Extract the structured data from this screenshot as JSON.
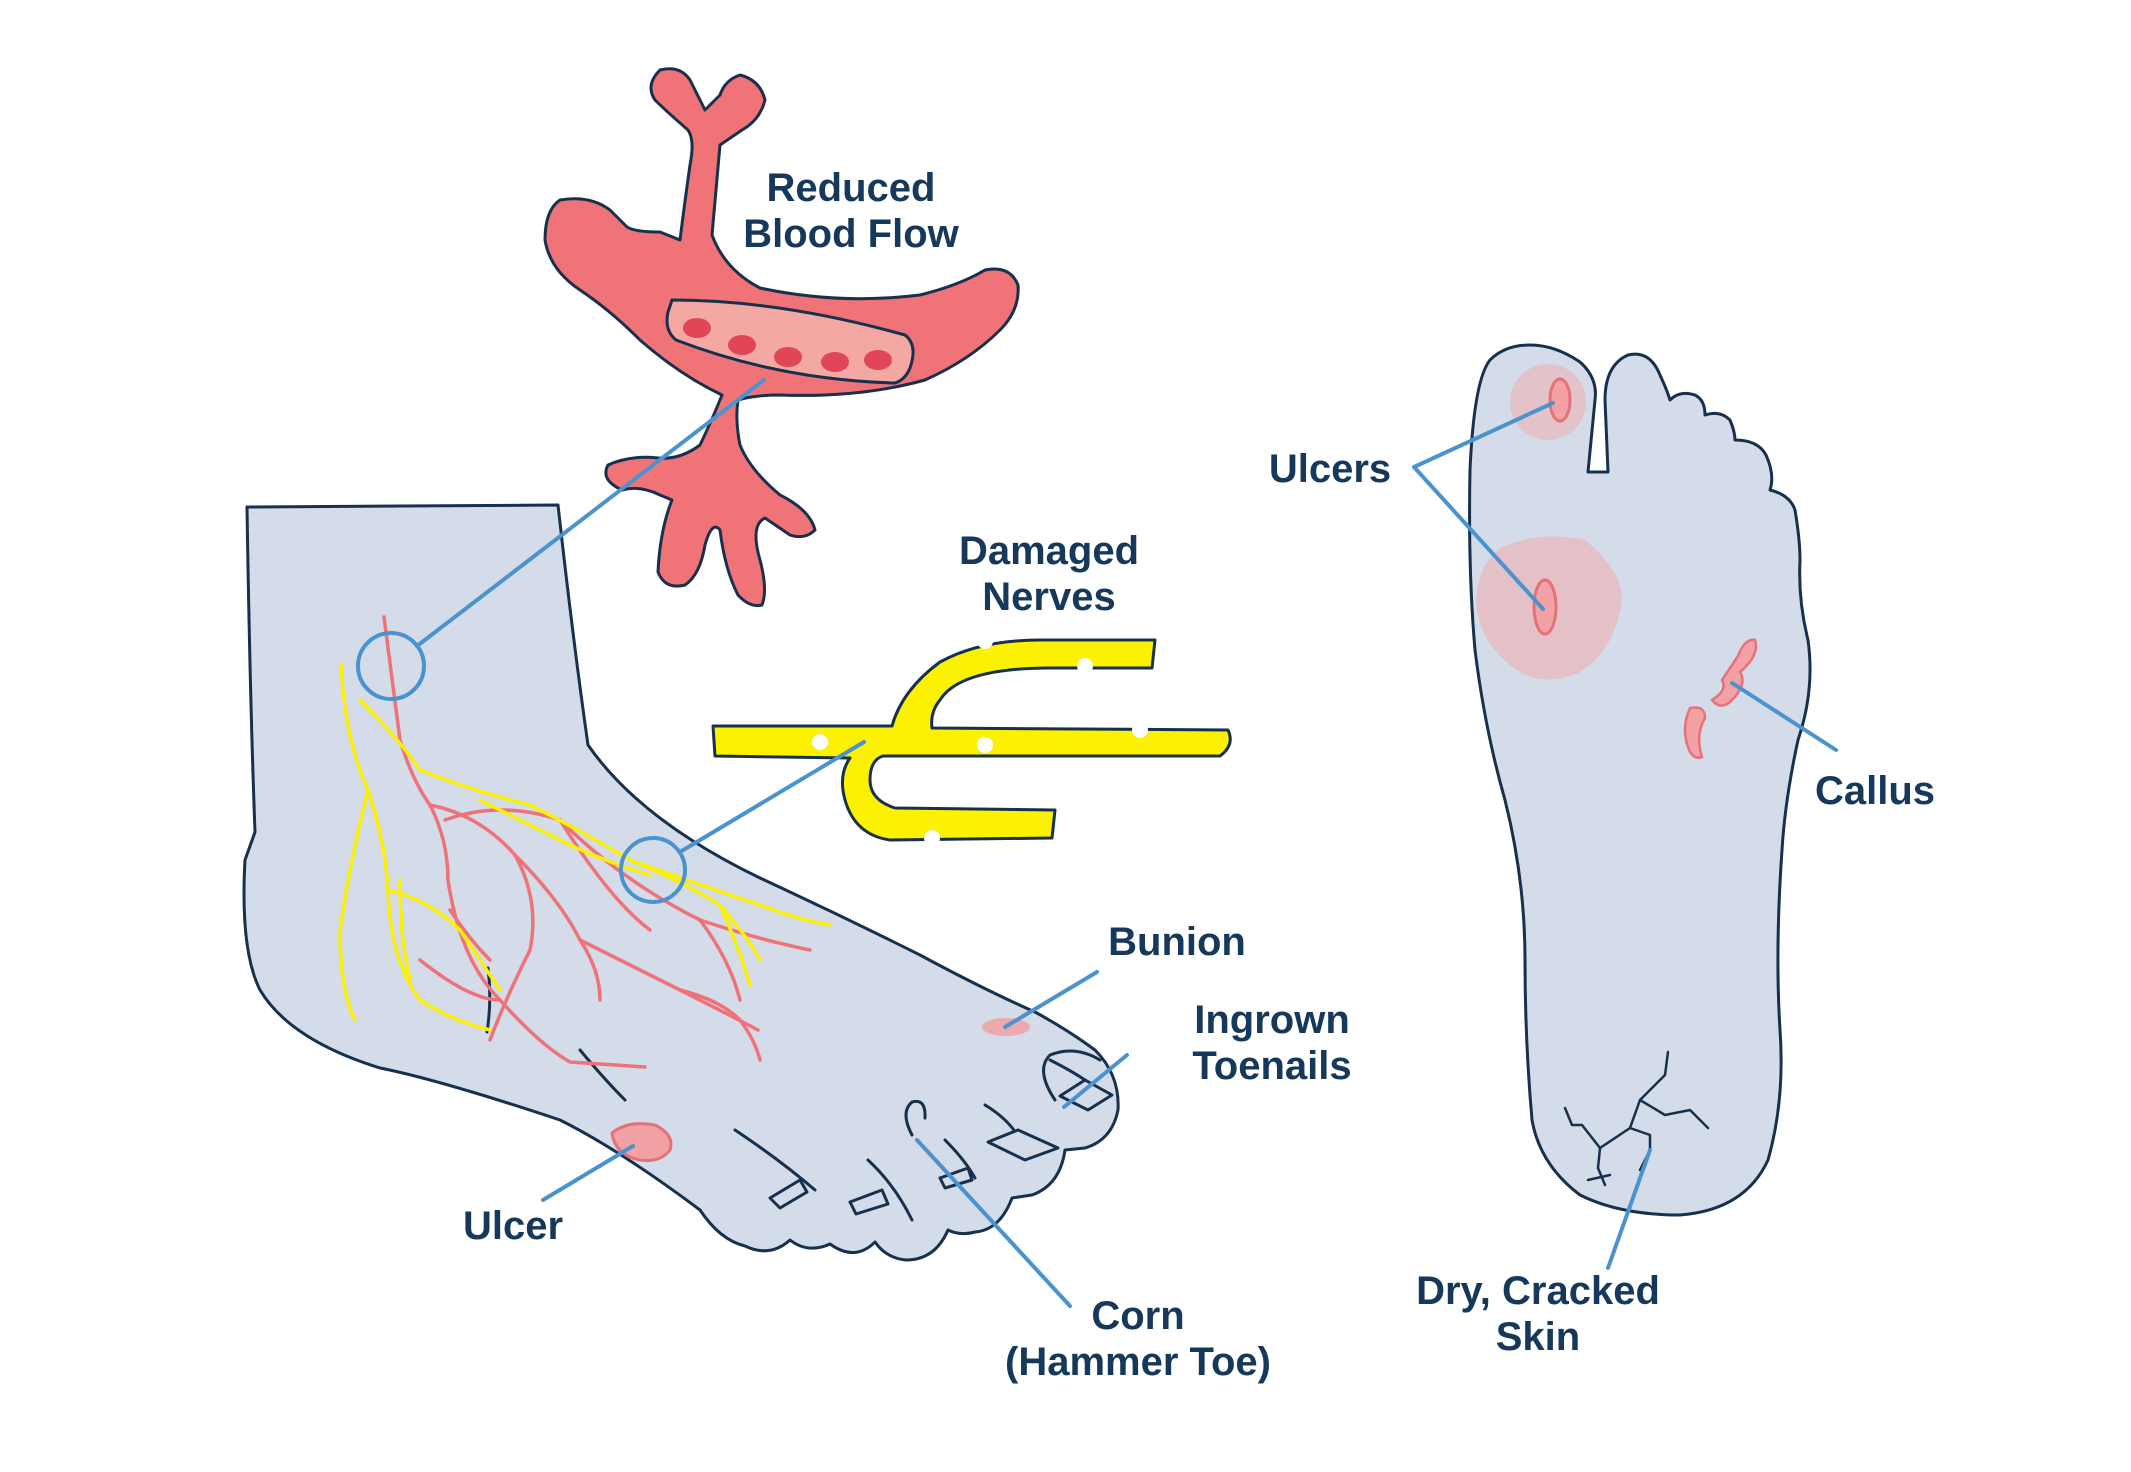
{
  "labels": {
    "blood_flow": [
      "Reduced",
      "Blood Flow"
    ],
    "nerves": [
      "Damaged",
      "Nerves"
    ],
    "bunion": "Bunion",
    "ingrown": [
      "Ingrown",
      "Toenails"
    ],
    "ulcer": "Ulcer",
    "corn": [
      "Corn",
      "(Hammer Toe)"
    ],
    "ulcers": "Ulcers",
    "callus": "Callus",
    "dry_skin": [
      "Dry, Cracked",
      "Skin"
    ]
  },
  "colors": {
    "skin": "#d4dbe9",
    "outline": "#17304d",
    "vessel": "#f07377",
    "vessel_inner": "#f4a8a3",
    "blood_cell": "#e04657",
    "nerve": "#fbf100",
    "pointer": "#4a93cf",
    "lesion": "#f2a2a4",
    "lesion_glow": "#edb3b6",
    "label_text": "#16385a"
  }
}
